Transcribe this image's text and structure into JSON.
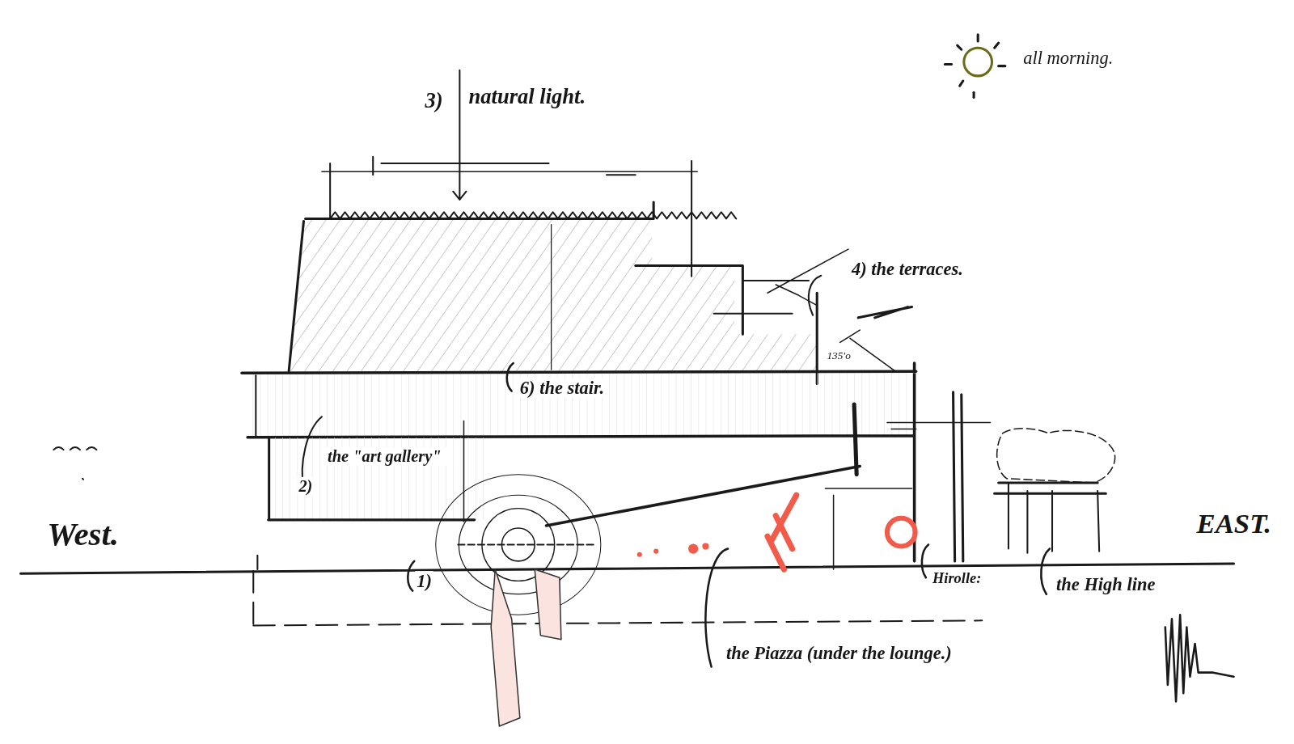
{
  "diagram": {
    "labels": [
      "all morning.",
      "3)",
      "natural light.",
      "4) the terraces.",
      "135'o",
      "6) the stair.",
      "2)",
      "the \"art gallery\"",
      "1)",
      "West.",
      "EAST.",
      "Hirolle:",
      "the High line",
      "the Piazza (under the lounge.)"
    ]
  }
}
